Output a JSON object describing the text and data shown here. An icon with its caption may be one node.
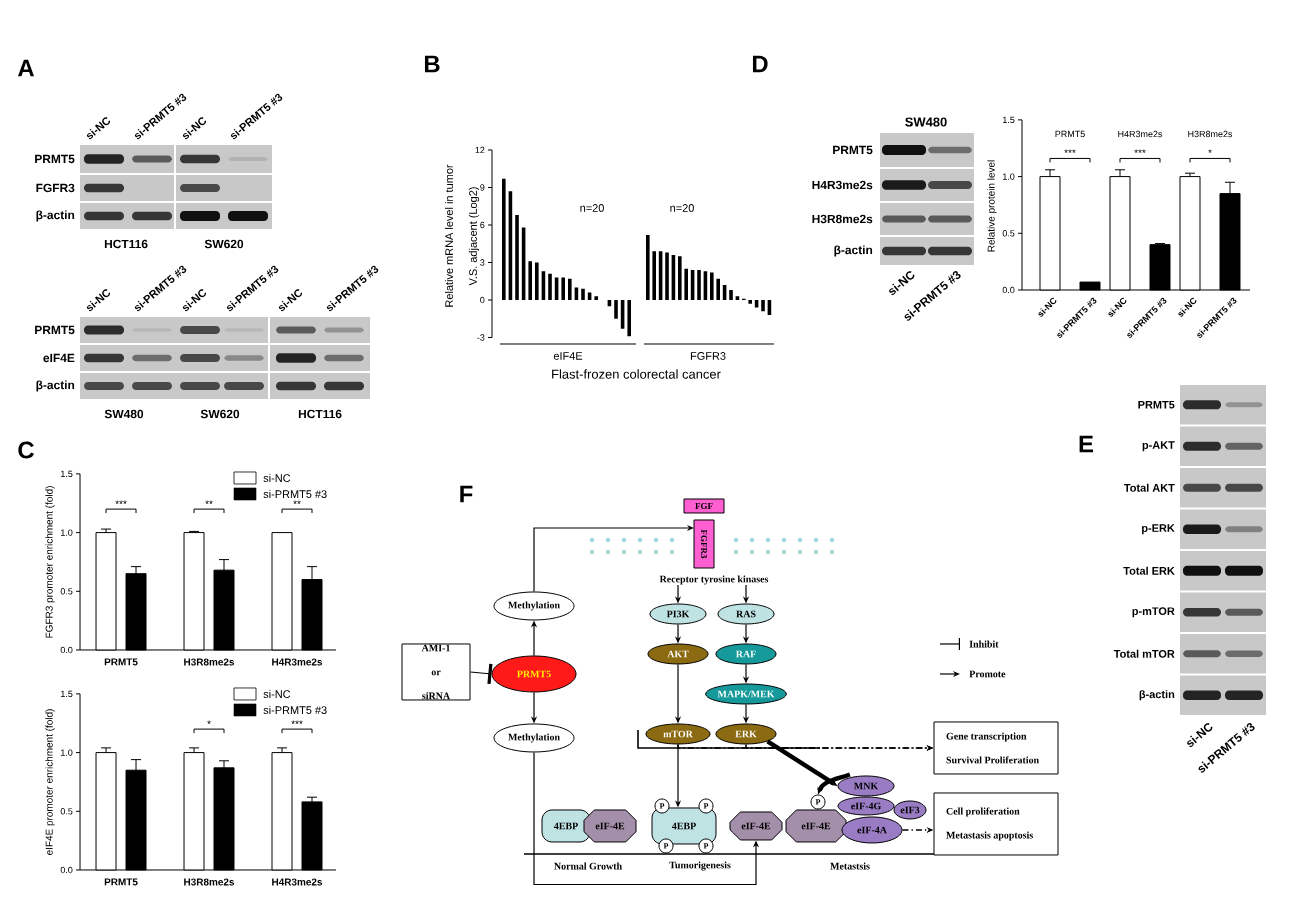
{
  "diagram": {
    "nodes": [
      {
        "text": [
          "FGF"
        ]
      },
      {
        "text": [
          "FGFR3"
        ]
      },
      {
        "text": [
          "Receptor tyrosine kinases"
        ]
      },
      {
        "text": [
          "PI3K"
        ]
      },
      {
        "text": [
          "RAS"
        ]
      },
      {
        "text": [
          "Methylation"
        ]
      },
      {
        "text": [
          "AMI-1 or siRNA"
        ]
      },
      {
        "text": [
          "PRMT5"
        ]
      },
      {
        "text": [
          "AKT"
        ]
      },
      {
        "text": [
          "RAF"
        ]
      },
      {
        "text": [
          "MAPK/MEK"
        ]
      },
      {
        "text": [
          "Methylation"
        ]
      },
      {
        "text": [
          "mTOR"
        ]
      },
      {
        "text": [
          "ERK"
        ]
      },
      {
        "text": [
          "Gene transcription Survival Proliferation"
        ]
      },
      {
        "text": [
          "MNK"
        ]
      },
      {
        "text": [
          "eIF-4G"
        ]
      },
      {
        "text": [
          "eIF3"
        ]
      },
      {
        "text": [
          "eIF-4A"
        ]
      },
      {
        "text": [
          "Cell proliferation Metastasis apoptosis"
        ]
      },
      {
        "text": [
          "4EBP"
        ]
      },
      {
        "text": [
          "eIF-4E"
        ]
      },
      {
        "text": [
          "P"
        ]
      },
      {
        "text": [
          "P"
        ]
      },
      {
        "text": [
          "4EBP"
        ]
      },
      {
        "text": [
          "P"
        ]
      },
      {
        "text": [
          "P"
        ]
      },
      {
        "text": [
          "eIF-4E"
        ]
      },
      {
        "text": [
          "P"
        ]
      },
      {
        "text": [
          "eIF-4E"
        ]
      }
    ],
    "edges": [
      {
        "from": 5,
        "to": 1,
        "arrow": "to"
      },
      {
        "from": 7,
        "to": 5,
        "arrow": "to"
      },
      {
        "from": 7,
        "to": 11,
        "arrow": "to"
      },
      {
        "from": 6,
        "to": 7,
        "arrow": "other"
      },
      {
        "from": 2,
        "to": 3,
        "arrow": "to"
      },
      {
        "from": 2,
        "to": 4,
        "arrow": "to"
      },
      {
        "from": 3,
        "to": 8,
        "arrow": "to"
      },
      {
        "from": 4,
        "to": 9,
        "arrow": "to"
      },
      {
        "from": 9,
        "to": 10,
        "arrow": "to"
      },
      {
        "from": 10,
        "to": 13,
        "arrow": "to"
      },
      {
        "from": 8,
        "to": 12,
        "arrow": "to"
      },
      {
        "from": 12,
        "to": 24,
        "arrow": "to"
      },
      {
        "from": 12,
        "to": 14,
        "arrow": "to",
        "style": "dashed"
      },
      {
        "from": 13,
        "to": 14,
        "arrow": "to",
        "style": "dashed"
      },
      {
        "from": 13,
        "to": 15,
        "arrow": "to",
        "style": "thick"
      },
      {
        "from": 15,
        "to": 28,
        "arrow": "to",
        "style": "thick"
      },
      {
        "from": 11,
        "to": 27,
        "arrow": "to"
      },
      {
        "from": 18,
        "to": 19,
        "arrow": "to",
        "style": "dashed"
      }
    ],
    "labels": [
      "A",
      "si-NC",
      "si-PRMT5 #3",
      "si-NC",
      "si-PRMT5 #3",
      "PRMT5",
      "FGFR3",
      "β-actin",
      "HCT116",
      "SW620",
      "si-NC",
      "si-PRMT5 #3",
      "si-NC",
      "si-PRMT5 #3",
      "si-NC",
      "si-PRMT5 #3",
      "PRMT5",
      "eIF4E",
      "β-actin",
      "SW480",
      "SW620",
      "HCT116",
      "B",
      "Relative mRNA level in tumor V.S. adjacent (Log2)",
      "12",
      "9",
      "6",
      "3",
      "0",
      "-3",
      "n=20",
      "n=20",
      "eIF4E",
      "FGFR3",
      "Flast-frozen colorectal cancer",
      "D",
      "SW480",
      "PRMT5",
      "H4R3me2s",
      "H3R8me2s",
      "β-actin",
      "si-NC",
      "si-PRMT5 #3",
      "Relative protein level",
      "1.5",
      "1.0",
      "0.5",
      "0.0",
      "PRMT5",
      "H4R3me2s",
      "H3R8me2s",
      "***",
      "***",
      "*",
      "si-NC",
      "si-PRMT5 #3",
      "si-NC",
      "si-PRMT5 #3",
      "si-NC",
      "si-PRMT5 #3",
      "C",
      "FGFR3 promoter enrichment (fold)",
      "1.5",
      "1.0",
      "0.5",
      "0.0",
      "***",
      "**",
      "**",
      "PRMT5",
      "H3R8me2s",
      "H4R3me2s",
      "eIF4E promoter enrichment (fold)",
      "1.5",
      "1.0",
      "0.5",
      "0.0",
      "*",
      "***",
      "PRMT5",
      "H3R8me2s",
      "H4R3me2s",
      "F",
      "Normal Growth",
      "Tumorigenesis",
      "Metastsis",
      "E",
      "PRMT5",
      "p-AKT",
      "Total AKT",
      "p-ERK",
      "Total ERK",
      "p-mTOR",
      "Total mTOR",
      "β-actin",
      "si-NC",
      "si-PRMT5 #3"
    ],
    "legend": [
      {
        "text": "Inhibit"
      },
      {
        "text": "Promote"
      },
      {
        "text": "si-NC"
      },
      {
        "text": "si-PRMT5 #3",
        "color": "#000000"
      },
      {
        "text": "si-NC"
      },
      {
        "text": "si-PRMT5 #3",
        "color": "#000000"
      }
    ]
  }
}
